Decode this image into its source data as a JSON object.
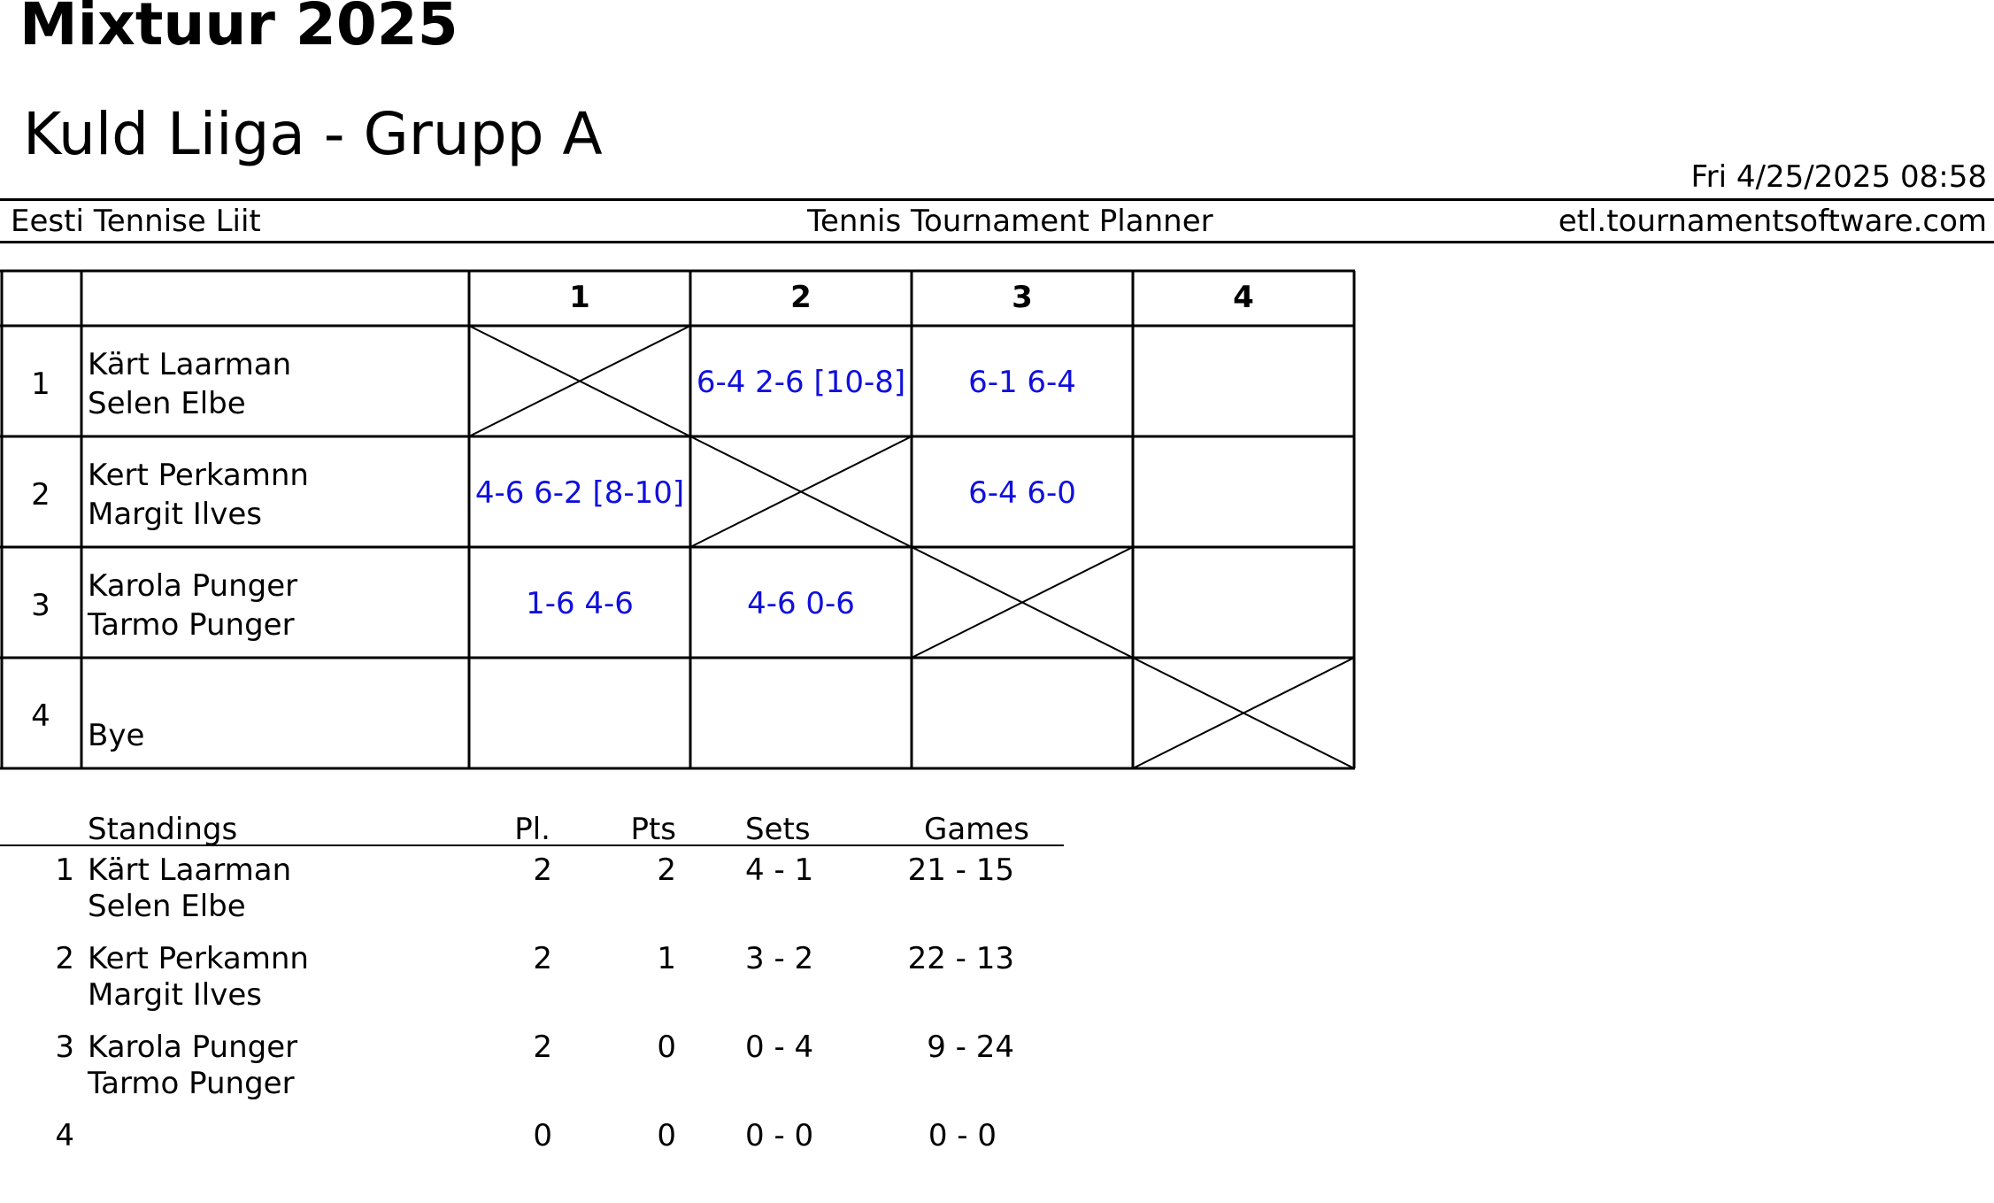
{
  "header": {
    "title": "Mixtuur 2025",
    "subtitle": "Kuld Liiga - Grupp A",
    "timestamp": "Fri 4/25/2025 08:58",
    "organization": "Eesti Tennise Liit",
    "application": "Tennis Tournament Planner",
    "website": "etl.tournamentsoftware.com"
  },
  "grid": {
    "columns": [
      "1",
      "2",
      "3",
      "4"
    ],
    "rows": [
      {
        "num": "1",
        "player1": "Kärt Laarman",
        "player2": "Selen Elbe",
        "scores": [
          "",
          "6-4 2-6 [10-8]",
          "6-1 6-4",
          ""
        ]
      },
      {
        "num": "2",
        "player1": "Kert Perkamnn",
        "player2": "Margit Ilves",
        "scores": [
          "4-6 6-2 [8-10]",
          "",
          "6-4 6-0",
          ""
        ]
      },
      {
        "num": "3",
        "player1": "Karola Punger",
        "player2": "Tarmo Punger",
        "scores": [
          "1-6 4-6",
          "4-6 0-6",
          "",
          ""
        ]
      },
      {
        "num": "4",
        "player1": "",
        "player2": "Bye",
        "scores": [
          "",
          "",
          "",
          ""
        ]
      }
    ]
  },
  "standings": {
    "headers": {
      "title": "Standings",
      "played": "Pl.",
      "points": "Pts",
      "sets": "Sets",
      "games": "Games"
    },
    "rows": [
      {
        "rank": "1",
        "player1": "Kärt Laarman",
        "player2": "Selen Elbe",
        "played": "2",
        "points": "2",
        "sets": "4 - 1",
        "games": "21 - 15"
      },
      {
        "rank": "2",
        "player1": "Kert Perkamnn",
        "player2": "Margit Ilves",
        "played": "2",
        "points": "1",
        "sets": "3 - 2",
        "games": "22 - 13"
      },
      {
        "rank": "3",
        "player1": "Karola Punger",
        "player2": "Tarmo Punger",
        "played": "2",
        "points": "0",
        "sets": "0 - 4",
        "games": "9 - 24"
      },
      {
        "rank": "4",
        "player1": "",
        "player2": "",
        "played": "0",
        "points": "0",
        "sets": "0 - 0",
        "games": "0 - 0"
      }
    ]
  },
  "colors": {
    "score": "#1010dd",
    "lines": "#000000"
  }
}
